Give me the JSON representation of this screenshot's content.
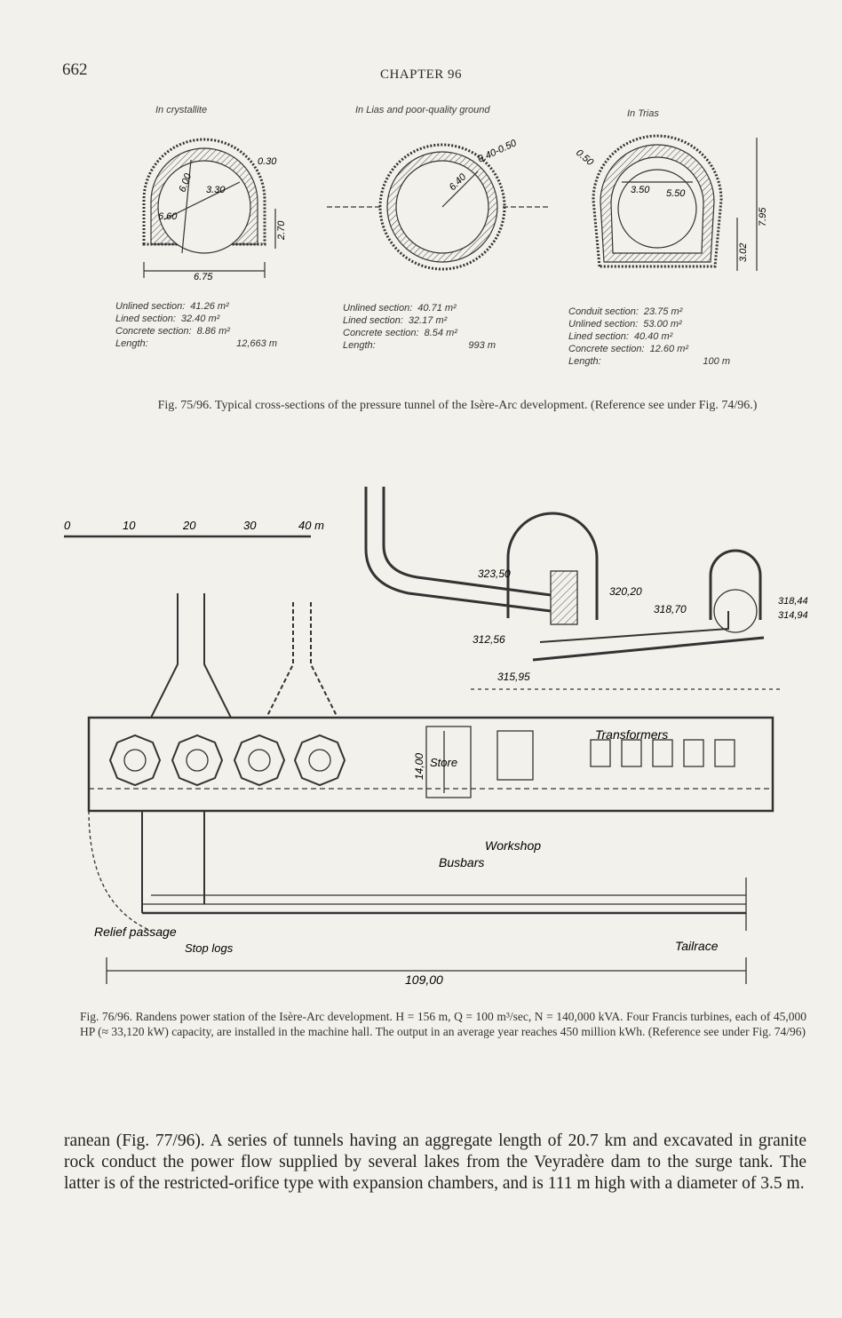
{
  "header": {
    "page_number": "662",
    "chapter": "CHAPTER 96"
  },
  "fig75": {
    "sections": [
      {
        "title": "In crystallite",
        "dims": [
          "6.00",
          "3.30",
          "0.30",
          "6.60",
          "2.70",
          "6.75"
        ],
        "stats": [
          {
            "label": "Unlined section:",
            "value": "41.26 m²"
          },
          {
            "label": "Lined section:",
            "value": "32.40 m²"
          },
          {
            "label": "Concrete section:",
            "value": "8.86 m²"
          },
          {
            "label": "Length:",
            "value": "12,663 m"
          }
        ]
      },
      {
        "title": "In Lias and poor-quality ground",
        "dims": [
          "6.40",
          "0.40-0.50"
        ],
        "stats": [
          {
            "label": "Unlined section:",
            "value": "40.71 m²"
          },
          {
            "label": "Lined section:",
            "value": "32.17 m²"
          },
          {
            "label": "Concrete section:",
            "value": "8.54 m²"
          },
          {
            "label": "Length:",
            "value": "993 m"
          }
        ]
      },
      {
        "title": "In Trias",
        "dims": [
          "0.50",
          "3.50",
          "5.50",
          "7.95",
          "3.02"
        ],
        "stats": [
          {
            "label": "Conduit section:",
            "value": "23.75 m²"
          },
          {
            "label": "Unlined section:",
            "value": "53.00 m²"
          },
          {
            "label": "Lined section:",
            "value": "40.40 m²"
          },
          {
            "label": "Concrete section:",
            "value": "12.60 m²"
          },
          {
            "label": "Length:",
            "value": "100 m"
          }
        ]
      }
    ],
    "caption": "Fig. 75/96. Typical cross-sections of the pressure tunnel of the Isère-Arc development. (Reference see under Fig. 74/96.)"
  },
  "fig76": {
    "scale_labels": [
      "0",
      "10",
      "20",
      "30",
      "40 m"
    ],
    "elevations": [
      "323,50",
      "320,20",
      "318,70",
      "318,44",
      "314,94",
      "312,56",
      "315,95"
    ],
    "labels": {
      "transformers": "Transformers",
      "store": "Store",
      "height": "14,00",
      "workshop": "Workshop",
      "busbars": "Busbars",
      "relief_passage": "Relief passage",
      "stop_logs": "Stop logs",
      "tailrace": "Tailrace",
      "length": "109,00"
    },
    "caption": "Fig. 76/96. Randens power station of the Isère-Arc development. H = 156 m, Q = 100 m³/sec, N = 140,000 kVA. Four Francis turbines, each of 45,000 HP (≈ 33,120 kW) capacity, are installed in the machine hall. The output in an average year reaches 450 million kWh. (Reference see under Fig. 74/96)"
  },
  "body_text": "ranean (Fig. 77/96). A series of tunnels having an aggregate length of 20.7 km and excavated in granite rock conduct the power flow supplied by several lakes from the Veyradère dam to the surge tank. The latter is of the restricted-orifice type with expansion chambers, and is 111 m high with a diameter of 3.5 m."
}
